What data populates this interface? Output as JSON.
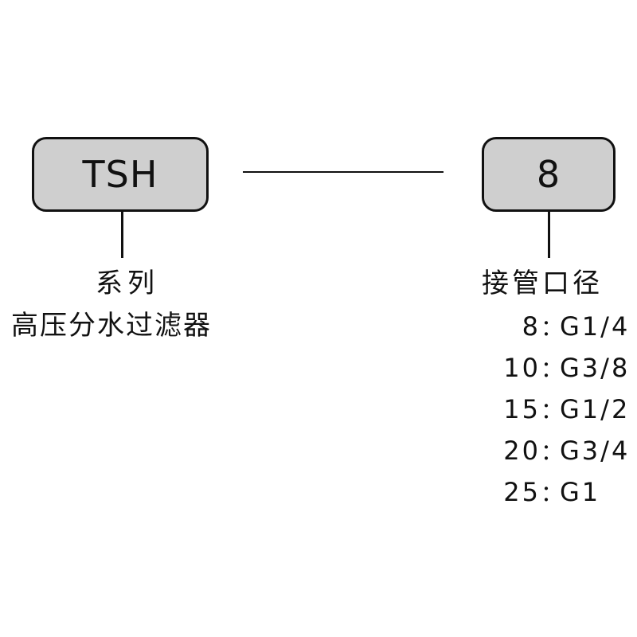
{
  "series": {
    "code": "TSH",
    "title": "系列",
    "description": "高压分水过滤器"
  },
  "size": {
    "code": "8",
    "title": "接管口径",
    "separator": "：",
    "options": [
      {
        "code": "8",
        "thread": "G1/4"
      },
      {
        "code": "10",
        "thread": "G3/8"
      },
      {
        "code": "15",
        "thread": "G1/2"
      },
      {
        "code": "20",
        "thread": "G3/4"
      },
      {
        "code": "25",
        "thread": "G1"
      }
    ]
  },
  "colors": {
    "box_fill": "#cfcfcf",
    "line": "#111111"
  }
}
